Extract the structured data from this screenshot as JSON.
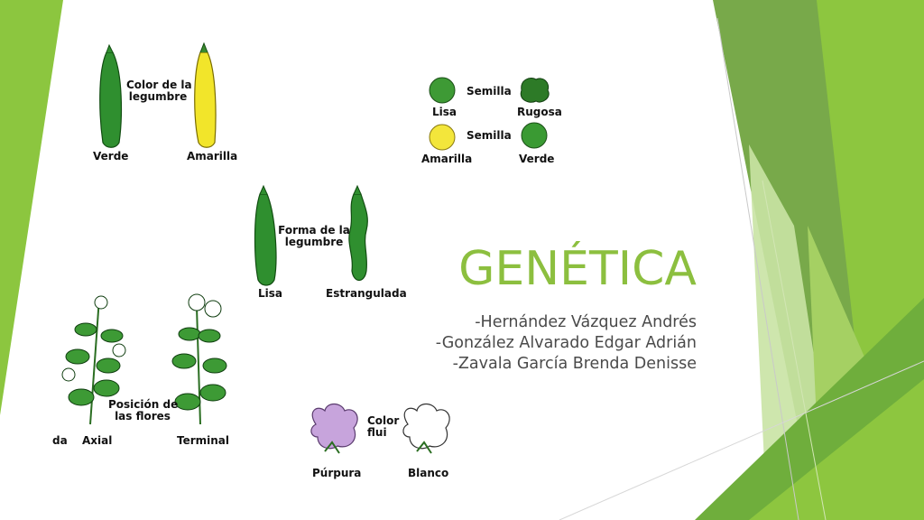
{
  "slide": {
    "title": "GENÉTICA",
    "authors": [
      "-Hernández Vázquez Andrés",
      "-González Alvarado Edgar Adrián",
      "-Zavala García Brenda Denisse"
    ]
  },
  "figures": {
    "pod_color": {
      "heading_line1": "Color de la",
      "heading_line2": "legumbre",
      "left": "Verde",
      "right": "Amarilla"
    },
    "seed": {
      "row1_heading": "Semilla",
      "row1_left": "Lisa",
      "row1_right": "Rugosa",
      "row2_heading": "Semilla",
      "row2_left": "Amarilla",
      "row2_right": "Verde"
    },
    "pod_shape": {
      "heading_line1": "Forma de la",
      "heading_line2": "legumbre",
      "left": "Lisa",
      "right": "Estrangulada"
    },
    "flower_position": {
      "heading_line1": "Posición de",
      "heading_line2": "las flores",
      "cut_left": "da",
      "left": "Axial",
      "right": "Terminal"
    },
    "flower_color": {
      "heading_line1": "Color",
      "heading_line2": "flui",
      "left": "Púrpura",
      "right": "Blanco"
    }
  },
  "colors": {
    "title": "#8cbf3f",
    "pod_green": "#2f8f2f",
    "pod_yellow": "#f2e52a",
    "flower_purple": "#c7a4dc",
    "accent_green": "#8dc63f"
  }
}
